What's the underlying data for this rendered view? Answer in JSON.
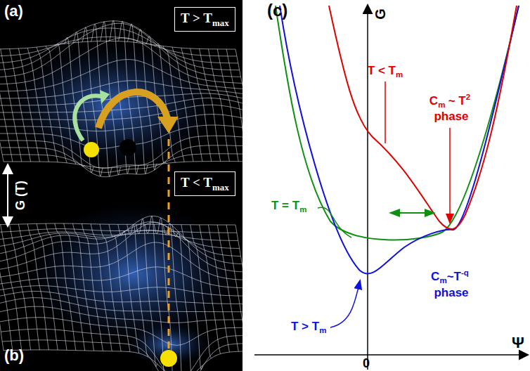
{
  "diagram": {
    "nodes": [
      {
        "text": [
          "T > T",
          "max"
        ]
      },
      {
        "text": [
          "T < T",
          "max"
        ]
      }
    ],
    "labels": [
      "(a)",
      "(b)",
      "(c)",
      "G (T)",
      "G",
      "Ψ",
      "0",
      "T < T",
      "m",
      "C",
      "m",
      "~ T",
      "2",
      "phase",
      "T = T",
      "m",
      "T > T",
      "m",
      "C",
      "m",
      "~T",
      "-q",
      "phase"
    ]
  }
}
